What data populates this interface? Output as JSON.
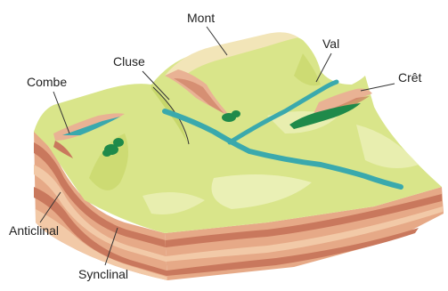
{
  "labels": {
    "mont": "Mont",
    "val": "Val",
    "cluse": "Cluse",
    "crest": "Crêt",
    "combe": "Combe",
    "anticlinal": "Anticlinal",
    "synclinal": "Synclinal"
  },
  "colors": {
    "meadow": "#d9e58a",
    "meadow_light": "#eef2bf",
    "meadow_dark": "#c7d76a",
    "river": "#3aa9ad",
    "forest": "#1f8a4a",
    "rock_light": "#f2c9a7",
    "rock_mid": "#e3a07f",
    "rock_dark": "#c9785d",
    "rock_cliff": "#e9b294"
  }
}
